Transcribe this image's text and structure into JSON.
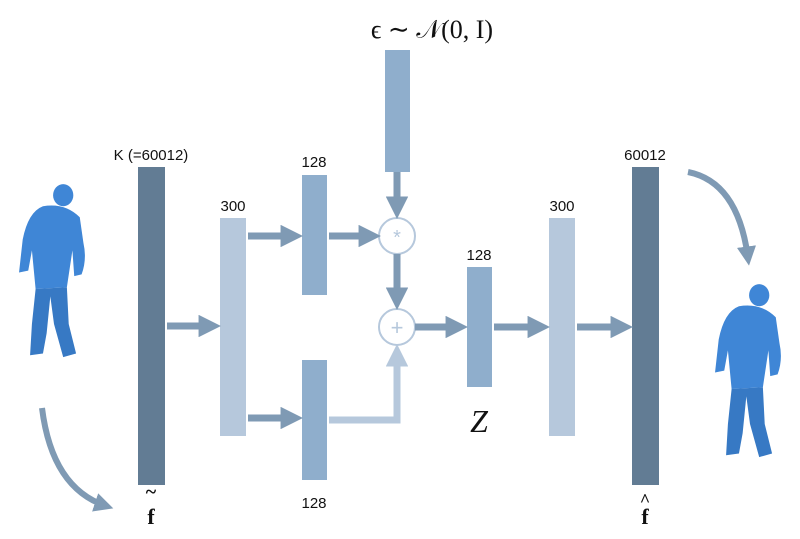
{
  "noise_label": "ϵ ∼ 𝒩(0, I)",
  "labels": {
    "input_size": "K (=60012)",
    "enc_hidden": "300",
    "mu_size": "128",
    "sigma_size": "128",
    "z_size": "128",
    "dec_hidden": "300",
    "output_size": "60012",
    "z_symbol": "Z",
    "input_symbol": "f",
    "input_accent": "~",
    "output_symbol": "f",
    "output_accent": "^",
    "multiply_op": "*",
    "add_op": "+"
  },
  "colors": {
    "dark_layer": "#627c94",
    "mid_layer": "#8faecc",
    "light_layer": "#b6c8dc",
    "arrow": "#7f9ab4",
    "arrow_light": "#b6c8dc",
    "figure": "#3f86d6"
  },
  "icons": {
    "input_figure": "human-figure-icon",
    "output_figure": "human-figure-icon"
  }
}
